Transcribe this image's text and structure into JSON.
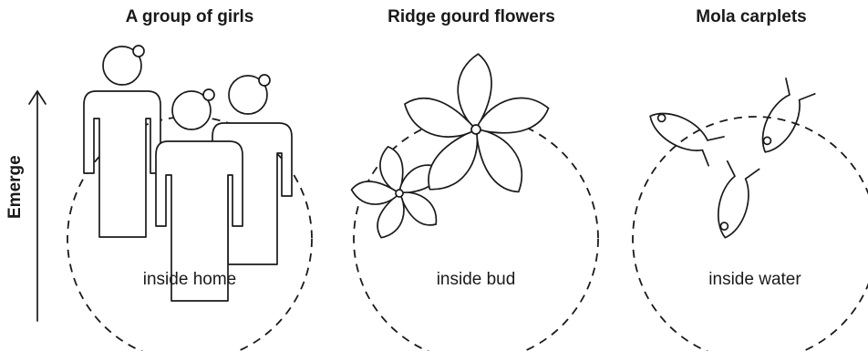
{
  "titles": {
    "girls": "A group of girls",
    "flowers": "Ridge gourd flowers",
    "fish": "Mola carplets"
  },
  "labels": {
    "home": "inside home",
    "bud": "inside bud",
    "water": "inside water"
  },
  "axis": {
    "label": "Emerge"
  },
  "colors": {
    "stroke": "#1a1a1a",
    "background": "#ffffff"
  }
}
